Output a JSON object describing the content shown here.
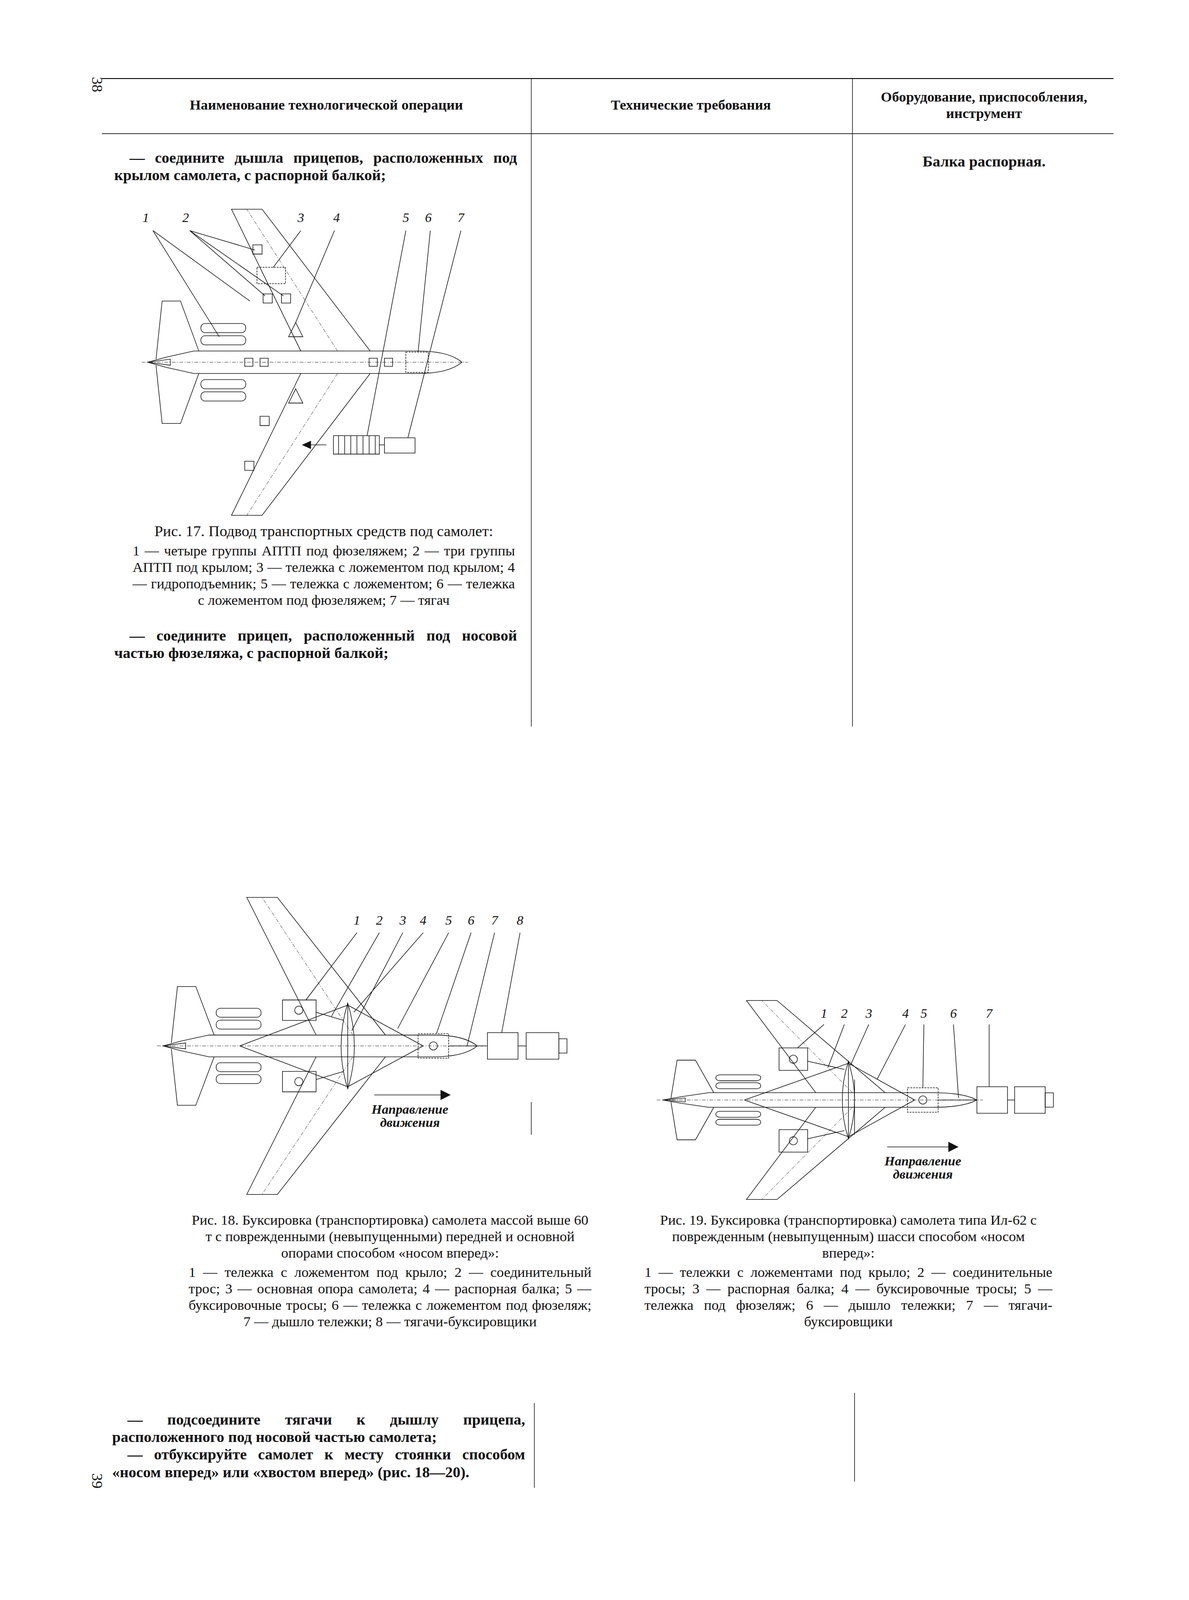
{
  "diagram": {
    "labels": [
      "38",
      "Наименование технологической операции",
      "Технические требования",
      "Оборудование, приспособления, инструмент",
      "— соедините дышла прицепов, расположенных под крылом самолета, с распорной балкой;",
      "Балка распорная.",
      "1",
      "2",
      "3",
      "4",
      "5",
      "6",
      "7",
      "Рис. 17. Подвод транспортных средств под самолет:",
      "1 — четыре группы АПТП под фюзеляжем; 2 — три группы АПТП под крылом; 3 — тележка с ложементом под крылом; 4 — гидроподъемник; 5 — тележка с ложементом; 6 — тележка с ложементом под фюзеляжем; 7 — тягач",
      "— соедините прицеп, расположенный под носовой частью фюзеляжа, с распорной балкой;",
      "1",
      "2",
      "3",
      "4",
      "5",
      "6",
      "7",
      "8",
      "Направление движения",
      "Рис. 18. Буксировка (транспортировка) самолета массой выше 60 т с поврежденными (невыпущенными) передней и основной опорами способом «носом вперед»:",
      "1 — тележка с ложементом под крыло; 2 — соединительный трос; 3 — основная опора самолета; 4 — распорная балка; 5 — буксировочные тросы; 6 — тележка с ложементом под фюзеляж; 7 — дышло тележки; 8 — тягачи-буксировщики",
      "1",
      "2",
      "3",
      "4",
      "5",
      "6",
      "7",
      "Направление движения",
      "Рис. 19. Буксировка (транспортировка) самолета типа Ил-62 с поврежденным (невыпущенным) шасси способом «носом вперед»:",
      "1 — тележки с ложементами под крыло; 2 — соединительные тросы; 3 — распорная балка; 4 — буксировочные тросы; 5 — тележка под фюзеляж; 6 — дышло тележки; 7 — тягачи-буксировщики",
      "— подсоедините тягачи к дышлу прицепа, расположенного под носовой частью самолета;",
      "— отбуксируйте самолет к месту стоянки способом «носом вперед» или «хвостом вперед» (рис. 18—20).",
      "39"
    ]
  }
}
